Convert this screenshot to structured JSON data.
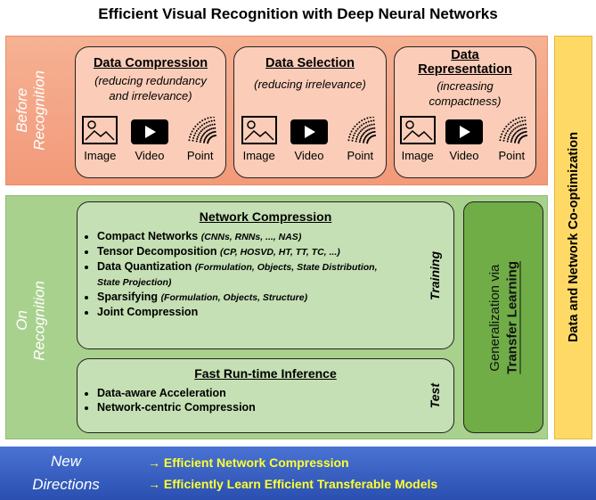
{
  "title": "Efficient Visual Recognition with Deep Neural Networks",
  "before": {
    "label_line1": "Before",
    "label_line2": "Recognition",
    "boxes": [
      {
        "title": "Data Compression",
        "subtitle": "(reducing redundancy and irrelevance)"
      },
      {
        "title": "Data Selection",
        "subtitle": "(reducing irrelevance)"
      },
      {
        "title": "Data Representation",
        "subtitle": "(increasing compactness)"
      }
    ],
    "icons": [
      "Image",
      "Video",
      "Point"
    ]
  },
  "on": {
    "label_line1": "On",
    "label_line2": "Recognition",
    "training": {
      "title": "Network Compression",
      "tag": "Training",
      "items": [
        {
          "main": "Compact Networks",
          "note": "(CNNs, RNNs, ..., NAS)"
        },
        {
          "main": "Tensor Decomposition",
          "note": "(CP, HOSVD, HT, TT, TC, ...)"
        },
        {
          "main": "Data Quantization",
          "note": "(Formulation, Objects, State Distribution, State Projection)"
        },
        {
          "main": "Sparsifying",
          "note": "(Formulation, Objects, Structure)"
        },
        {
          "main": "Joint Compression",
          "note": ""
        }
      ]
    },
    "test": {
      "title": "Fast Run-time Inference",
      "tag": "Test",
      "items": [
        "Data-aware Acceleration",
        "Network-centric Compression"
      ]
    },
    "transfer": {
      "line1": "Generalization via",
      "line2": "Transfer Learning"
    }
  },
  "coopt": "Data and Network Co-optimization",
  "directions": {
    "label_line1": "New",
    "label_line2": "Directions",
    "items": [
      "→ Efficient Network Compression",
      "→ Efficiently Learn Efficient Transferable Models"
    ]
  },
  "colors": {
    "before": "#f4a685",
    "on": "#a9d18e",
    "transfer": "#70ad47",
    "coopt": "#ffd966",
    "directions": "#3a62c4",
    "highlight": "#ffff33"
  }
}
